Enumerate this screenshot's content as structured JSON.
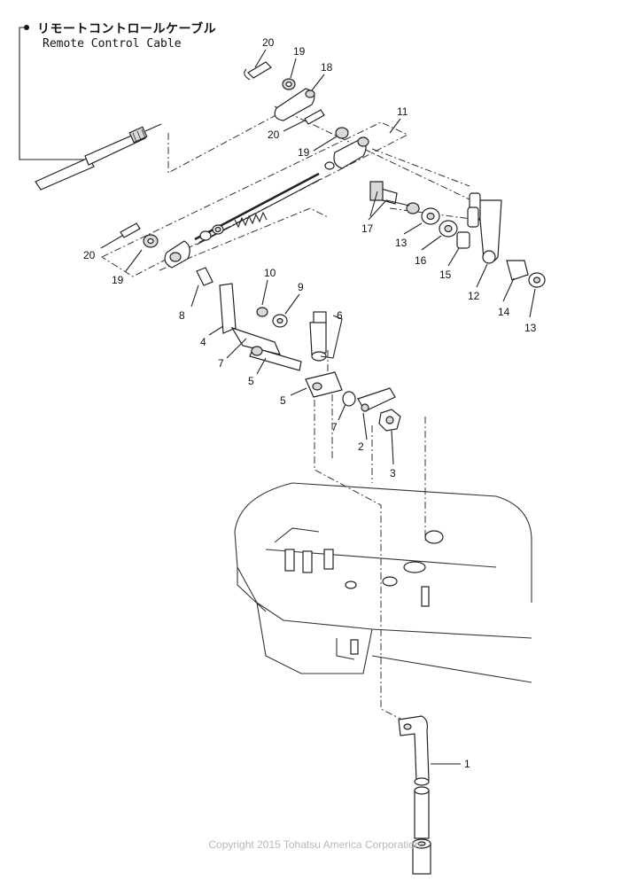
{
  "header": {
    "title_jp": "リモートコントロールケーブル",
    "title_en": "Remote Control Cable"
  },
  "callouts": [
    {
      "id": "c20a",
      "label": "20"
    },
    {
      "id": "c19a",
      "label": "19"
    },
    {
      "id": "c18",
      "label": "18"
    },
    {
      "id": "c11",
      "label": "11"
    },
    {
      "id": "c20b",
      "label": "20"
    },
    {
      "id": "c19b",
      "label": "19"
    },
    {
      "id": "c17",
      "label": "17"
    },
    {
      "id": "c13a",
      "label": "13"
    },
    {
      "id": "c16",
      "label": "16"
    },
    {
      "id": "c15",
      "label": "15"
    },
    {
      "id": "c12",
      "label": "12"
    },
    {
      "id": "c14",
      "label": "14"
    },
    {
      "id": "c13b",
      "label": "13"
    },
    {
      "id": "c20c",
      "label": "20"
    },
    {
      "id": "c19c",
      "label": "19"
    },
    {
      "id": "c10",
      "label": "10"
    },
    {
      "id": "c9",
      "label": "9"
    },
    {
      "id": "c8",
      "label": "8"
    },
    {
      "id": "c6",
      "label": "6"
    },
    {
      "id": "c4",
      "label": "4"
    },
    {
      "id": "c7a",
      "label": "7"
    },
    {
      "id": "c5a",
      "label": "5"
    },
    {
      "id": "c5b",
      "label": "5"
    },
    {
      "id": "c7b",
      "label": "7"
    },
    {
      "id": "c2",
      "label": "2"
    },
    {
      "id": "c3",
      "label": "3"
    },
    {
      "id": "c1",
      "label": "1"
    }
  ],
  "footer": {
    "copyright": "Copyright 2015 Tohatsu America Corporation"
  }
}
